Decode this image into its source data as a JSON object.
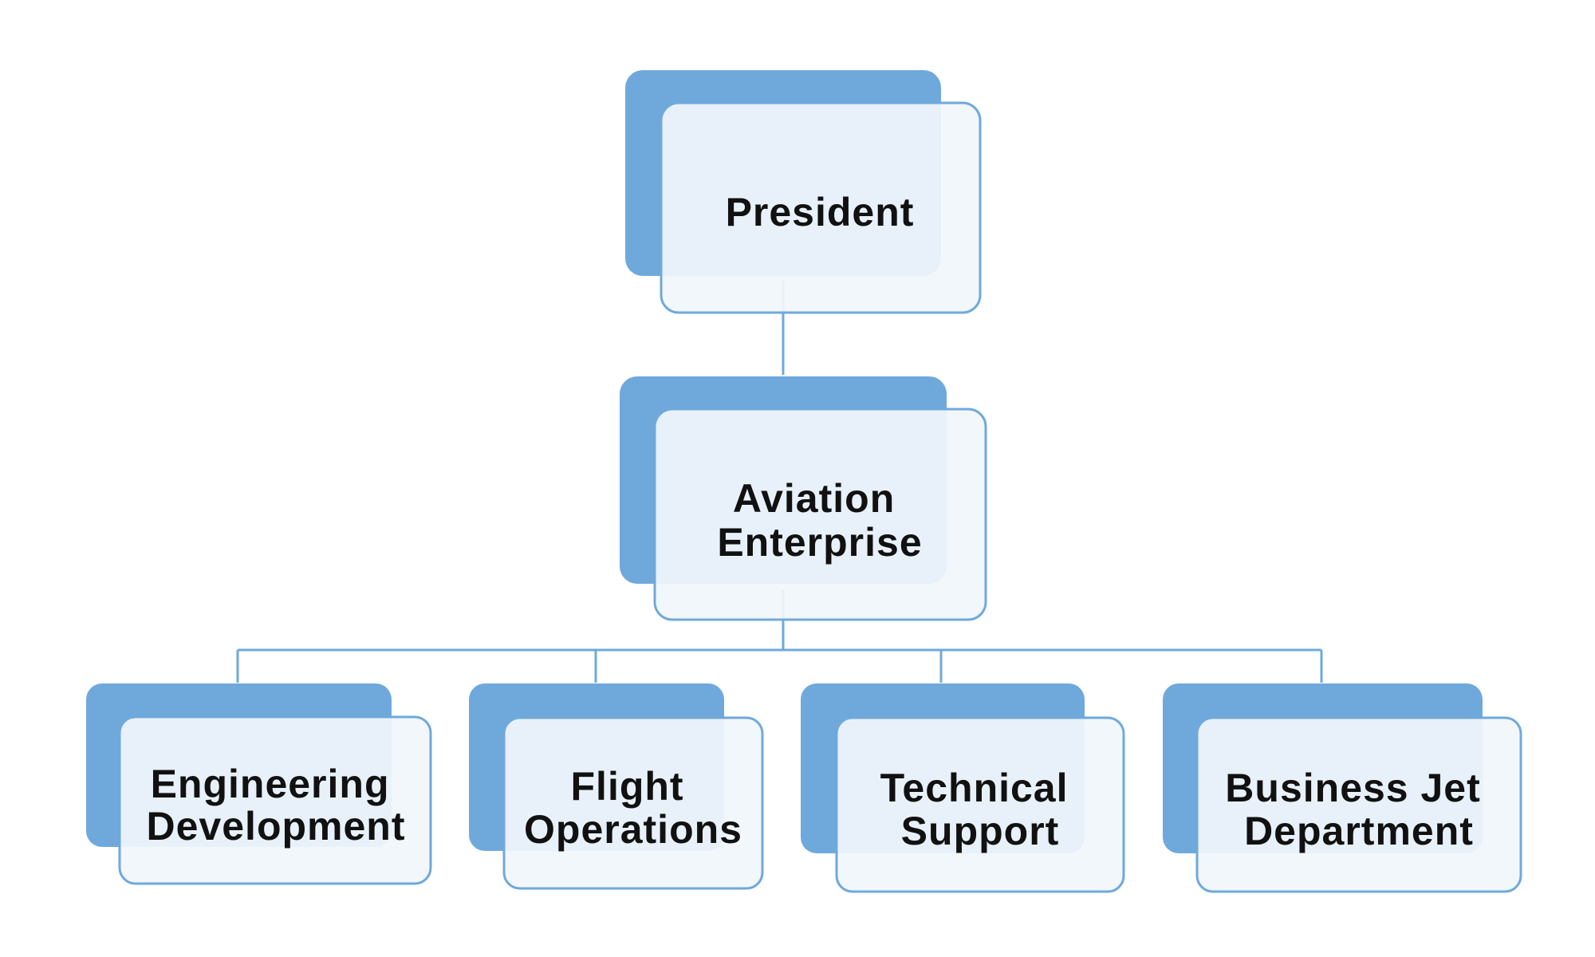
{
  "org_chart": {
    "president": {
      "label": "President"
    },
    "aviation": {
      "lines": [
        "Aviation",
        "Enterprise"
      ]
    },
    "departments": [
      {
        "lines": [
          "Engineering",
          "Development"
        ]
      },
      {
        "lines": [
          "Flight",
          "Operations"
        ]
      },
      {
        "lines": [
          "Technical",
          "Support"
        ]
      },
      {
        "lines": [
          "Business Jet",
          "Department"
        ]
      }
    ],
    "colors": {
      "accent": "#6fa9dc",
      "card_fill": "#f1f6fb",
      "text": "#111111"
    }
  }
}
